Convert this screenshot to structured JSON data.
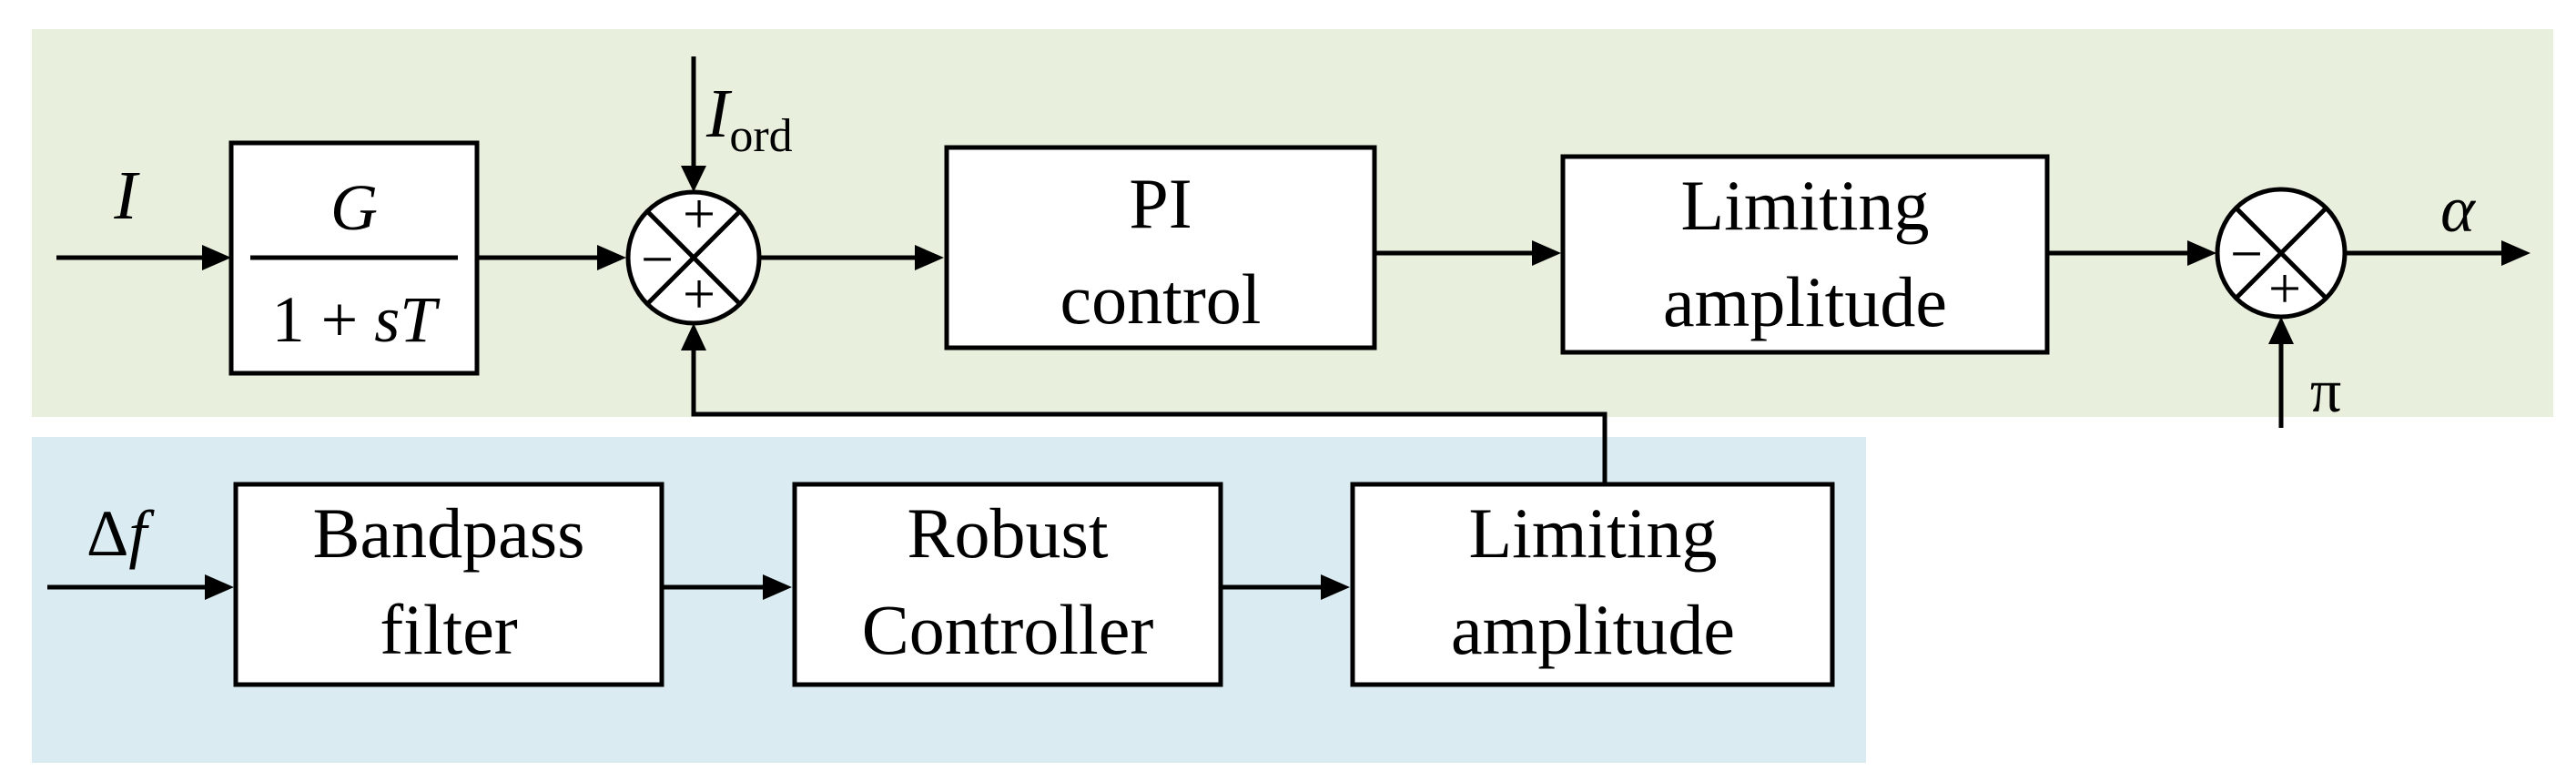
{
  "inputs": {
    "current": "I",
    "order_symbol": "I",
    "order_subscript": "ord",
    "delta_symbol": "Δ",
    "delta_var": "f",
    "pi_input": "π",
    "output": "α"
  },
  "transfer_function": {
    "numerator": "G",
    "denominator_prefix": "1 + ",
    "denominator_var": "sT"
  },
  "main_path": {
    "pi_control": [
      "PI",
      "control"
    ],
    "limiting_amplitude": [
      "Limiting",
      "amplitude"
    ]
  },
  "supplementary_path": {
    "bandpass_filter": [
      "Bandpass",
      "filter"
    ],
    "robust_controller": [
      "Robust",
      "Controller"
    ],
    "limiting_amplitude": [
      "Limiting",
      "amplitude"
    ]
  },
  "summing_junction_1": {
    "top": "+",
    "left": "−",
    "bottom": "+"
  },
  "summing_junction_2": {
    "left": "−",
    "bottom": "+"
  },
  "colors": {
    "main_region": "#E9EFDD",
    "supplementary_region": "#DAEBF1",
    "line": "#000000",
    "block_fill": "#FFFFFF"
  }
}
